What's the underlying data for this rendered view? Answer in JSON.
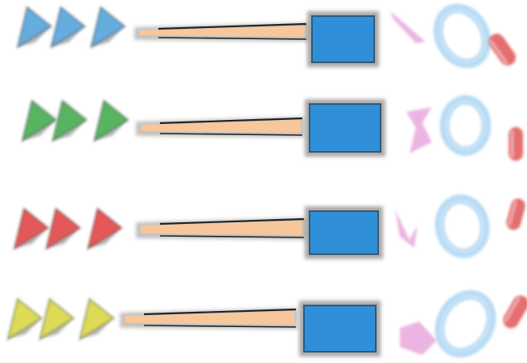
{
  "rows": [
    {
      "id": "blue",
      "prism_color": "#4a9fd8"
    },
    {
      "id": "green",
      "prism_color": "#3aa845"
    },
    {
      "id": "red",
      "prism_color": "#e23b3b"
    },
    {
      "id": "yellow",
      "prism_color": "#d8d63a"
    }
  ],
  "colors": {
    "rod": "#f7c79b",
    "cube": "#2f8fd8",
    "wedge": "#e9a8dc",
    "ring": "#7ec0ec",
    "capsule": "#e05555",
    "shadow": "#333333"
  }
}
